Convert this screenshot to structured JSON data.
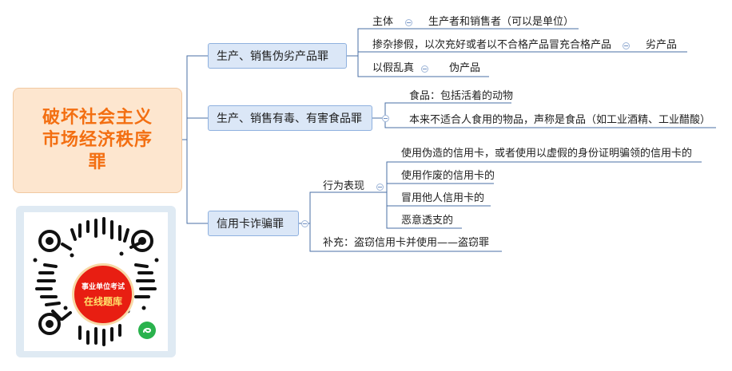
{
  "root": {
    "line1": "破坏社会主义",
    "line2": "市场经济秩序",
    "line3": "罪"
  },
  "branches": [
    {
      "label": "生产、销售伪劣产品罪",
      "children": [
        {
          "label": "主体",
          "detail": "生产者和销售者（可以是单位）"
        },
        {
          "label": "掺杂掺假，以次充好或者以不合格产品冒充合格产品",
          "detail": "劣产品"
        },
        {
          "label": "以假乱真",
          "detail": "伪产品"
        }
      ]
    },
    {
      "label": "生产、销售有毒、有害食品罪",
      "children": [
        {
          "label": "食品：包括活着的动物"
        },
        {
          "label": "本来不适合人食用的物品，声称是食品（如工业酒精、工业醋酸）"
        }
      ]
    },
    {
      "label": "信用卡诈骗罪",
      "children": [
        {
          "label": "行为表现",
          "items": [
            "使用伪造的信用卡，或者使用以虚假的身份证明骗领的信用卡的",
            "使用作废的信用卡的",
            "冒用他人信用卡的",
            "恶意透支的"
          ]
        },
        {
          "label": "补充：盗窃信用卡并使用——盗窃罪"
        }
      ]
    }
  ],
  "qr": {
    "badge_top": "事业单位考试",
    "badge_bottom": "在线题库"
  },
  "colors": {
    "root_text": "#f36f12",
    "root_bg": "#fde6cf",
    "node_bg": "#dbe7f7",
    "line": "#4a6fa5",
    "badge": "#e81e12"
  }
}
